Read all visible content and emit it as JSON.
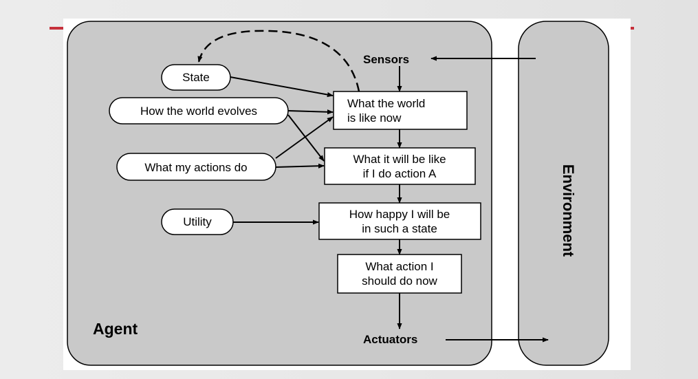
{
  "colors": {
    "accent_rule": "#c6303b",
    "panel_fill": "#c9c9c9",
    "stroke": "#000000"
  },
  "agent": {
    "label": "Agent",
    "sensors": "Sensors",
    "actuators": "Actuators"
  },
  "environment": {
    "label": "Environment"
  },
  "ovals": {
    "state": "State",
    "world_evolves": "How the world evolves",
    "actions_do": "What my actions do",
    "utility": "Utility"
  },
  "boxes": {
    "world_now": [
      "What the world",
      "is like now"
    ],
    "will_be": [
      "What it will be like",
      "if I do action A"
    ],
    "happy": [
      "How happy I will be",
      "in such a state"
    ],
    "action": [
      "What action I",
      "should do now"
    ]
  }
}
